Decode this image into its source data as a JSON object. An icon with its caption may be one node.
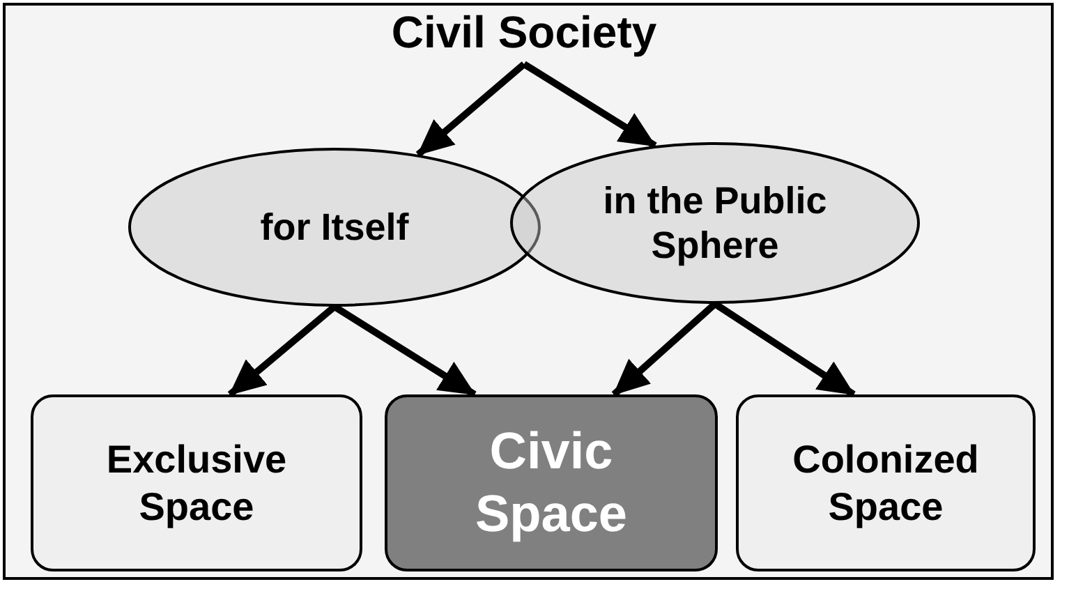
{
  "diagram": {
    "nodes": [
      {
        "text": [
          "Civil Society"
        ]
      },
      {
        "text": [
          "for Itself"
        ]
      },
      {
        "text": [
          "in the Public Sphere"
        ]
      },
      {
        "text": [
          "Exclusive Space"
        ]
      },
      {
        "text": [
          "Civic Space"
        ]
      },
      {
        "text": [
          "Colonized Space"
        ]
      }
    ],
    "edges": [
      {
        "from": 0,
        "to": 1,
        "arrow": "to"
      },
      {
        "from": 0,
        "to": 2,
        "arrow": "to"
      },
      {
        "from": 1,
        "to": 3,
        "arrow": "to"
      },
      {
        "from": 1,
        "to": 4,
        "arrow": "to"
      },
      {
        "from": 2,
        "to": 4,
        "arrow": "to"
      },
      {
        "from": 2,
        "to": 5,
        "arrow": "to"
      }
    ]
  }
}
